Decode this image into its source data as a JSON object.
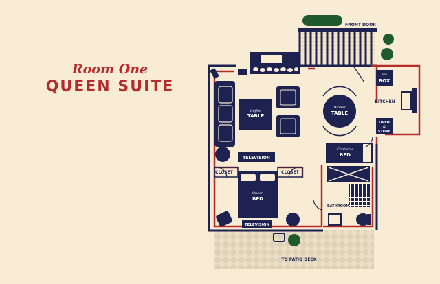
{
  "title": {
    "line1": "Room One",
    "line2": "QUEEN SUITE"
  },
  "labels": {
    "front_door": "FRONT DOOR",
    "ice_box_1": "Ice",
    "ice_box_2": "BOX",
    "kitchen": "KITCHEN",
    "oven_1": "OVEN",
    "oven_2": "&",
    "oven_3": "STOVE",
    "coffee_1": "Coffee",
    "coffee_2": "TABLE",
    "dinner_1": "Dinner",
    "dinner_2": "TABLE",
    "captains_1": "Captain's",
    "captains_2": "BED",
    "television_1": "TELEVISION",
    "closet_left": "CLOSET",
    "closet_right": "CLOSET",
    "queen_1": "Queen",
    "queen_2": "BED",
    "television_2": "TELEVISION",
    "bathroom": "BATHROOM",
    "patio": "TO PATIO DECK"
  },
  "colors": {
    "background": "#f8ecd5",
    "navy": "#1d2250",
    "red": "#b72a2a",
    "green": "#1f5a2e"
  }
}
